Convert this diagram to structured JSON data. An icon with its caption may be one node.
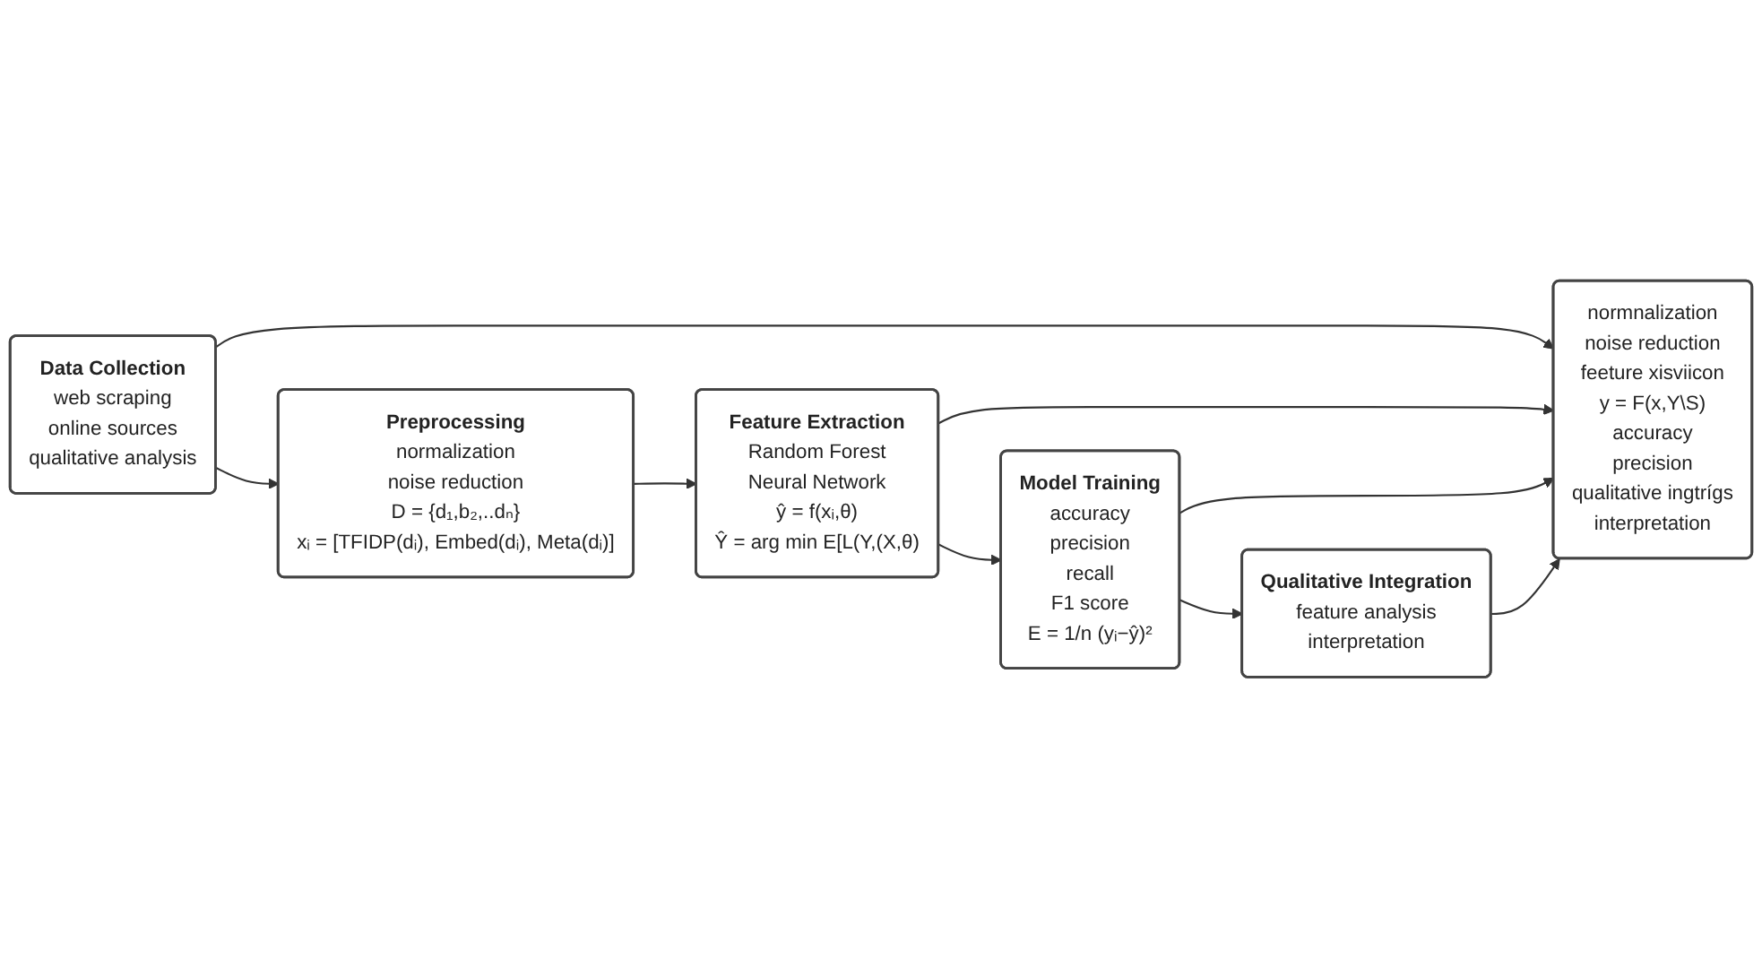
{
  "diagram": {
    "nodes": [
      {
        "text": [
          "Data Collection",
          "web scraping",
          "online sources",
          "qualitative analysis"
        ]
      },
      {
        "text": [
          "Preprocessing",
          "normalization",
          "noise reduction",
          "D = {d₁,b₂,..dₙ}",
          "xᵢ = [TFIDP(dᵢ), Embed(dᵢ), Meta(dᵢ)]"
        ]
      },
      {
        "text": [
          "Feature Extraction",
          "Random Forest",
          "Neural Network",
          "ŷ = f(xᵢ,θ)",
          "Ŷ = arg min E[L(Y,(X,θ)"
        ]
      },
      {
        "text": [
          "Model Training",
          "accuracy",
          "precision",
          "recall",
          "F1 score",
          "E = 1/n (yᵢ−ŷ)²"
        ]
      },
      {
        "text": [
          "Qualitative Integration",
          "feature analysis",
          "interpretation"
        ]
      },
      {
        "text": [
          "normnalization",
          "noise reduction",
          "feeture xisviicon",
          "y = F(x,Y\\S)",
          "accuracy",
          "precision",
          "qualitative ingtrígs",
          "interpretation"
        ]
      }
    ],
    "edges": [
      {
        "from": 0,
        "to": 1,
        "arrow": "to"
      },
      {
        "from": 1,
        "to": 2,
        "arrow": "to"
      },
      {
        "from": 2,
        "to": 3,
        "arrow": "to"
      },
      {
        "from": 3,
        "to": 4,
        "arrow": "to"
      },
      {
        "from": 0,
        "to": 5,
        "arrow": "to"
      },
      {
        "from": 2,
        "to": 5,
        "arrow": "to"
      },
      {
        "from": 3,
        "to": 5,
        "arrow": "to"
      },
      {
        "from": 4,
        "to": 5,
        "arrow": "to"
      }
    ]
  }
}
